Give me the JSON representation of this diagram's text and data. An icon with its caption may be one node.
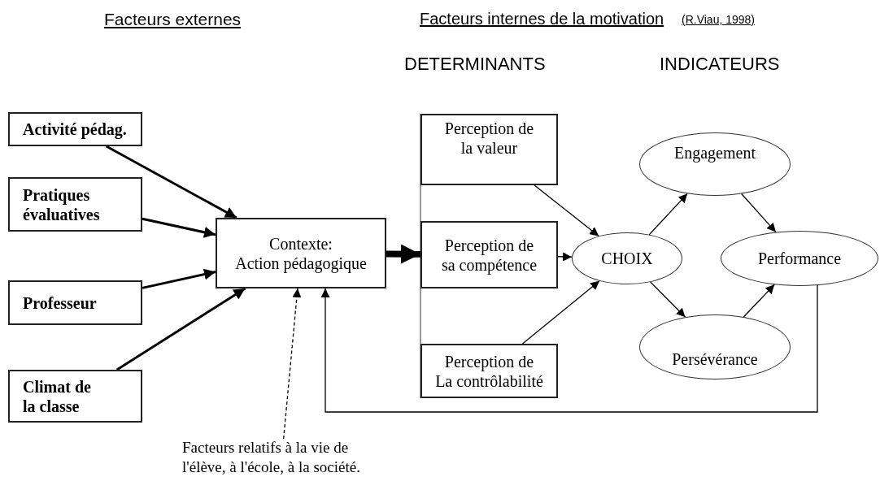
{
  "diagram": {
    "nodes": [
      {
        "text": [
          "Activité pédag."
        ]
      },
      {
        "text": [
          "Pratiques évaluatives"
        ]
      },
      {
        "text": [
          "Professeur"
        ]
      },
      {
        "text": [
          "Climat de la classe"
        ]
      },
      {
        "text": [
          "Contexte:",
          "Action pédagogique"
        ]
      },
      {
        "text": [
          "Perception de la valeur"
        ]
      },
      {
        "text": [
          "Perception de sa compétence"
        ]
      },
      {
        "text": [
          "Perception de La contrôlabilité"
        ]
      },
      {
        "text": [
          "CHOIX"
        ]
      },
      {
        "text": [
          "Engagement"
        ]
      },
      {
        "text": [
          "Performance"
        ]
      },
      {
        "text": [
          "Persévérance"
        ]
      },
      {
        "text": [
          "Facteurs relatifs à la vie de l'élève, à l'école, à la société."
        ]
      }
    ],
    "edges": [
      {
        "from": 0,
        "to": 4,
        "arrow": "to",
        "style": "thick"
      },
      {
        "from": 1,
        "to": 4,
        "arrow": "to",
        "style": "thick"
      },
      {
        "from": 2,
        "to": 4,
        "arrow": "to",
        "style": "thick"
      },
      {
        "from": 3,
        "to": 4,
        "arrow": "to",
        "style": "thick"
      },
      {
        "from": 4,
        "to": 6,
        "arrow": "to",
        "style": "thick"
      },
      {
        "from": 5,
        "to": 8,
        "arrow": "to"
      },
      {
        "from": 6,
        "to": 8,
        "arrow": "to"
      },
      {
        "from": 7,
        "to": 8,
        "arrow": "to"
      },
      {
        "from": 8,
        "to": 9,
        "arrow": "to"
      },
      {
        "from": 8,
        "to": 11,
        "arrow": "to"
      },
      {
        "from": 9,
        "to": 10,
        "arrow": "to"
      },
      {
        "from": 11,
        "to": 10,
        "arrow": "to"
      },
      {
        "from": 10,
        "to": 4,
        "arrow": "to"
      },
      {
        "from": 12,
        "to": 4,
        "arrow": "to",
        "style": "dashed"
      }
    ],
    "labels": [
      "Facteurs externes",
      "Facteurs internes de la motivation",
      "(R.Viau, 1998)",
      "DETERMINANTS",
      "INDICATEURS"
    ]
  }
}
